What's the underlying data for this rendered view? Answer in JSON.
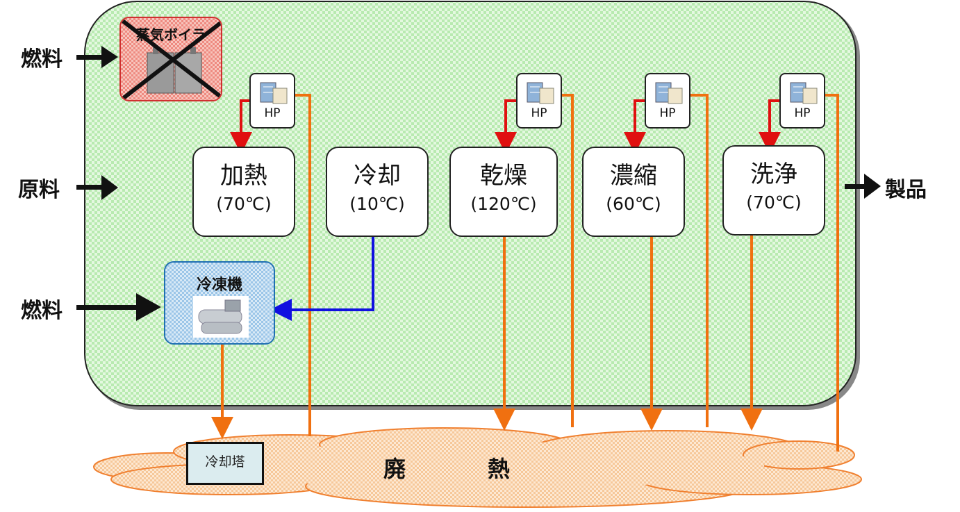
{
  "inputs": {
    "fuel_top": "燃料",
    "raw_material": "原料",
    "fuel_bottom": "燃料"
  },
  "output": {
    "product": "製品"
  },
  "boiler": {
    "label": "蒸気ボイラ"
  },
  "chiller": {
    "label": "冷凍機"
  },
  "heat_pump_label": "HP",
  "processes": [
    {
      "name": "加熱",
      "temp": "(70℃)"
    },
    {
      "name": "冷却",
      "temp": "(10℃)"
    },
    {
      "name": "乾燥",
      "temp": "(120℃)"
    },
    {
      "name": "濃縮",
      "temp": "(60℃)"
    },
    {
      "name": "洗浄",
      "temp": "(70℃)"
    }
  ],
  "cooling_tower": {
    "label": "冷却塔"
  },
  "waste_heat": {
    "char1": "廃",
    "char2": "熱"
  },
  "colors": {
    "heat_supply": "#e01010",
    "cooling": "#1010e0",
    "waste": "#f07010",
    "factory_fill": "#c8f0c0",
    "cloud_fill": "#fbd9b5"
  }
}
